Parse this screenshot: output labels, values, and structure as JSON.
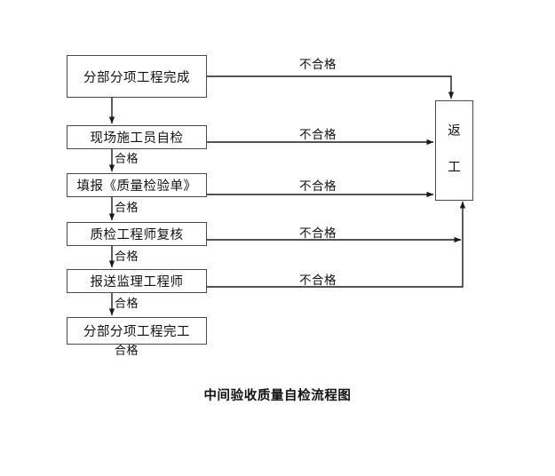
{
  "diagram": {
    "title": "中间验收质量自检流程图",
    "nodes": [
      {
        "id": "n1",
        "label": "分部分项工程完成"
      },
      {
        "id": "n2",
        "label": "现场施工员自检"
      },
      {
        "id": "n3",
        "label": "填报《质量检验单》"
      },
      {
        "id": "n4",
        "label": "质检工程师复核"
      },
      {
        "id": "n5",
        "label": "报送监理工程师"
      },
      {
        "id": "n6",
        "label": "分部分项工程完工"
      },
      {
        "id": "rework",
        "label": "返工",
        "char1": "返",
        "char2": "工"
      }
    ],
    "pass_labels": [
      {
        "id": "p1",
        "label": "合格"
      },
      {
        "id": "p2",
        "label": "合格"
      },
      {
        "id": "p3",
        "label": "合格"
      },
      {
        "id": "p4",
        "label": "合格"
      },
      {
        "id": "p5",
        "label": "合格"
      }
    ],
    "fail_labels": [
      {
        "id": "f1",
        "label": "不合格"
      },
      {
        "id": "f2",
        "label": "不合格"
      },
      {
        "id": "f3",
        "label": "不合格"
      },
      {
        "id": "f4",
        "label": "不合格"
      },
      {
        "id": "f5",
        "label": "不合格"
      }
    ],
    "colors": {
      "stroke": "#4a4a4a",
      "line": "#1a1a1a",
      "text": "#111111",
      "background": "#ffffff"
    }
  }
}
